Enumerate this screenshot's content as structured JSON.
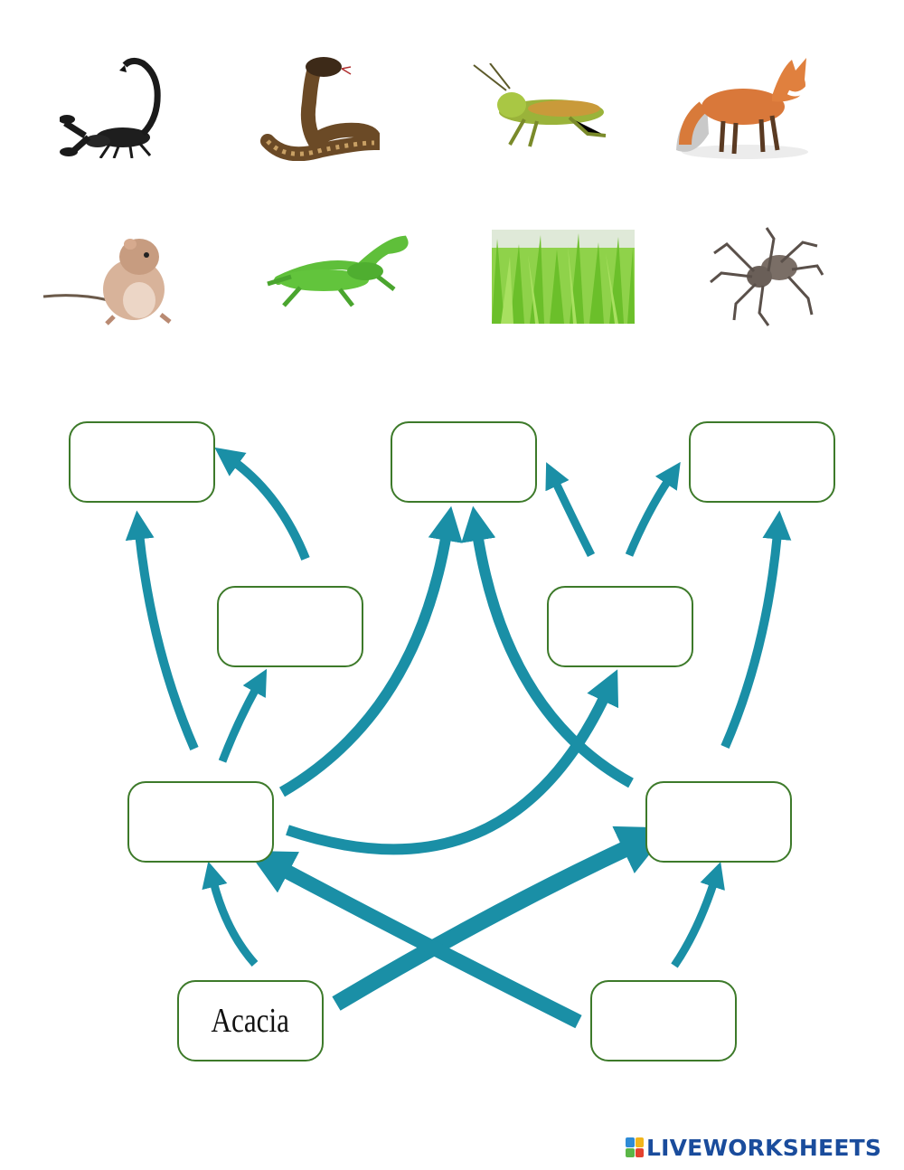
{
  "organisms": [
    {
      "name": "scorpion"
    },
    {
      "name": "snake"
    },
    {
      "name": "grasshopper"
    },
    {
      "name": "fox"
    },
    {
      "name": "gerbil"
    },
    {
      "name": "lizard"
    },
    {
      "name": "grass"
    },
    {
      "name": "spider"
    }
  ],
  "boxes": [
    {
      "id": "top-left",
      "label": ""
    },
    {
      "id": "top-middle",
      "label": ""
    },
    {
      "id": "top-right",
      "label": ""
    },
    {
      "id": "mid-left",
      "label": ""
    },
    {
      "id": "mid-right",
      "label": ""
    },
    {
      "id": "low-left",
      "label": ""
    },
    {
      "id": "low-right",
      "label": ""
    },
    {
      "id": "bottom-left",
      "label": "Acacia"
    },
    {
      "id": "bottom-right",
      "label": ""
    }
  ],
  "arrows": [
    {
      "from": "bottom-left",
      "to": "low-left"
    },
    {
      "from": "bottom-left",
      "to": "low-right"
    },
    {
      "from": "bottom-right",
      "to": "low-left"
    },
    {
      "from": "bottom-right",
      "to": "low-right"
    },
    {
      "from": "low-left",
      "to": "top-left"
    },
    {
      "from": "low-left",
      "to": "mid-left"
    },
    {
      "from": "low-left",
      "to": "top-middle"
    },
    {
      "from": "low-left",
      "to": "mid-right"
    },
    {
      "from": "low-right",
      "to": "top-middle"
    },
    {
      "from": "low-right",
      "to": "top-right"
    },
    {
      "from": "mid-left",
      "to": "top-left"
    },
    {
      "from": "mid-right",
      "to": "top-middle"
    },
    {
      "from": "mid-right",
      "to": "top-right"
    }
  ],
  "colors": {
    "arrow": "#1a8fa6",
    "box_border": "#3d7a2a"
  },
  "watermark": {
    "text": "LIVEWORKSHEETS"
  }
}
